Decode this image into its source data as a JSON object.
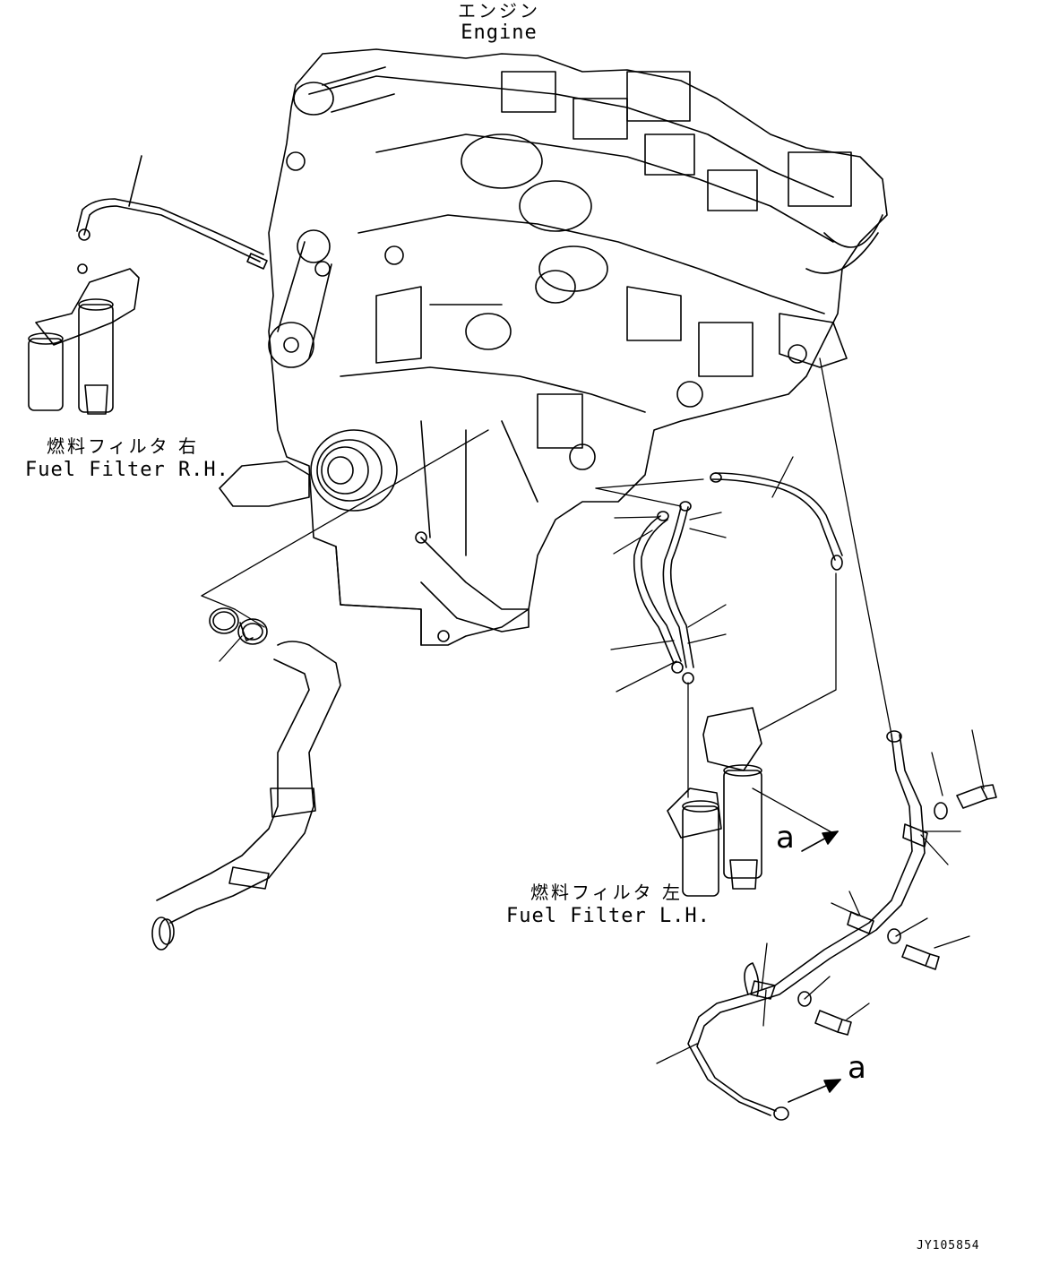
{
  "labels": {
    "engine_jp": "エンジン",
    "engine_en": "Engine",
    "filter_rh_jp": "燃料フィルタ 右",
    "filter_rh_en": "Fuel Filter R.H.",
    "filter_lh_jp": "燃料フィルタ 左",
    "filter_lh_en": "Fuel Filter L.H.",
    "view_a_start": "a",
    "view_a_end": "a",
    "drawing_code": "JY105854"
  },
  "colors": {
    "line": "#000000",
    "paper": "#ffffff"
  }
}
